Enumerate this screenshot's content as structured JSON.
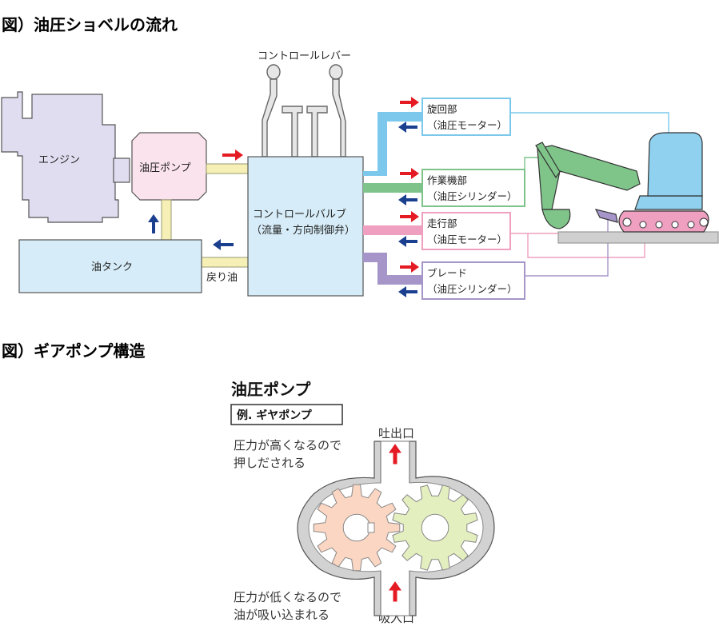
{
  "titles": {
    "flow": "図）油圧ショベルの流れ",
    "gear": "図）ギアポンプ構造"
  },
  "flow": {
    "lever": "コントロールレバー",
    "engine": "エンジン",
    "pump": "油圧ポンプ",
    "tank": "油タンク",
    "valve_line1": "コントロールバルブ",
    "valve_line2": "（流量・方向制御弁）",
    "return_oil": "戻り油",
    "outputs": [
      {
        "line1": "旋回部",
        "line2": "（油圧モーター）",
        "color": "#7cc8ec"
      },
      {
        "line1": "作業機部",
        "line2": "（油圧シリンダー）",
        "color": "#7dc38a"
      },
      {
        "line1": "走行部",
        "line2": "（油圧モーター）",
        "color": "#ef9fbf"
      },
      {
        "line1": "ブレード",
        "line2": "（油圧シリンダー）",
        "color": "#a595c9"
      }
    ]
  },
  "gear": {
    "title": "油圧ポンプ",
    "example": "例. ギヤポンプ",
    "outlet": "吐出口",
    "inlet": "吸入口",
    "high_line1": "圧力が高くなるので",
    "high_line2": "押しだされる",
    "low_line1": "圧力が低くなるので",
    "low_line2": "油が吸い込まれる"
  },
  "colors": {
    "supply_arrow": "#e41b23",
    "return_arrow": "#1b3f8f",
    "engine": "#e1ddf0",
    "pump": "#fae3ec",
    "tank": "#d6ecf8",
    "valve": "#d6ecf8",
    "pipe": "#f6f0b6",
    "excavator_arm": "#7fc58a",
    "excavator_cab": "#8fd1ef",
    "excavator_track": "#ef9fc0",
    "gear_left": "#fbd6c2",
    "gear_right": "#e3efbf"
  }
}
